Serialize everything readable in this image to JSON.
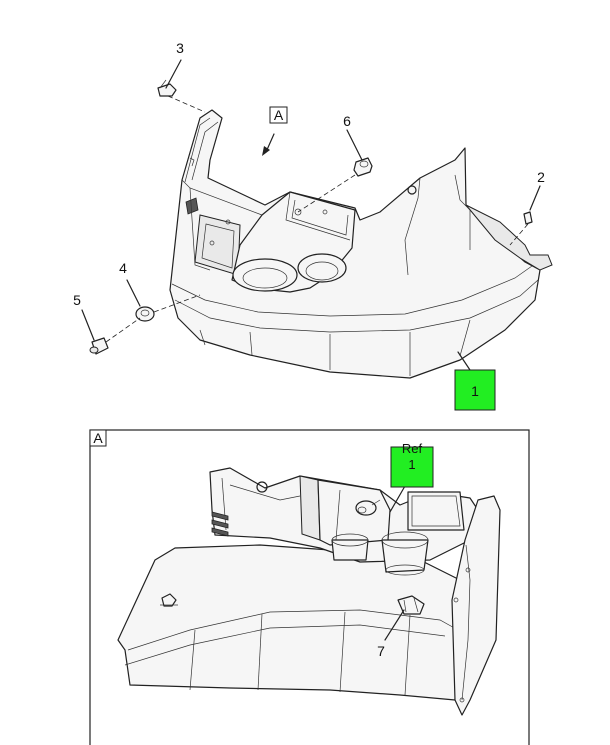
{
  "callouts": {
    "c1": "1",
    "c2": "2",
    "c3": "3",
    "c4": "4",
    "c5": "5",
    "c6": "6",
    "c7": "7"
  },
  "view_marker": "A",
  "detail_view_label": "A",
  "ref_label": "Ref",
  "ref_number": "1",
  "colors": {
    "highlight": "#22ee22",
    "line": "#222222",
    "background": "#ffffff"
  }
}
